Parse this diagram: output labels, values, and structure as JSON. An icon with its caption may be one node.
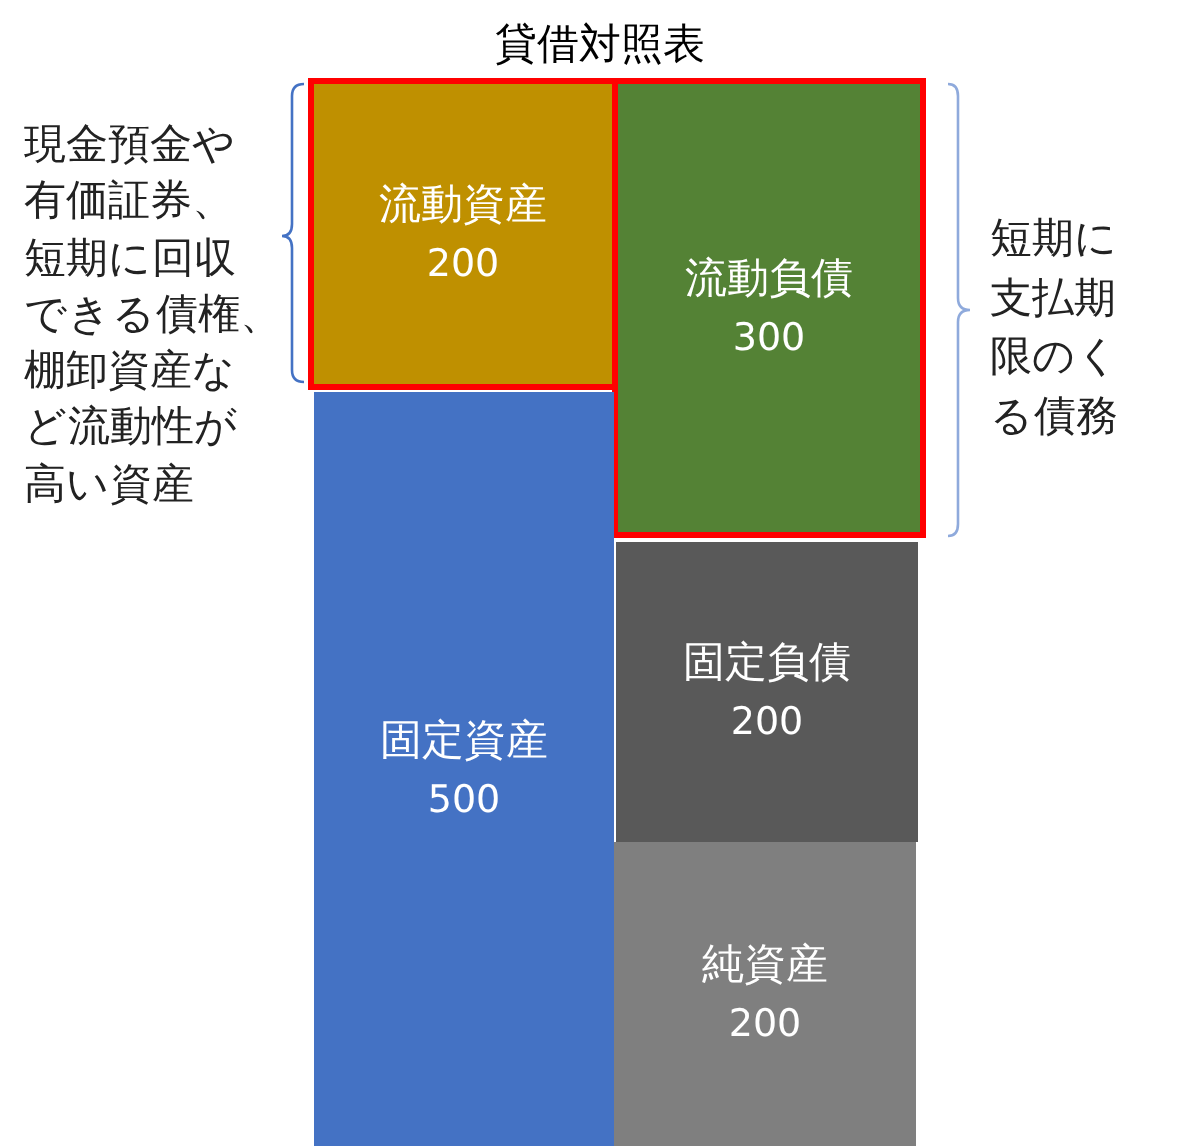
{
  "diagram": {
    "title": "貸借対照表",
    "nodes": [
      {
        "text": [
          "流動資産",
          "200"
        ],
        "beside": [
          "現金預金や有価証券、短期に回収できる債権、棚卸資産など流動性が高い資産"
        ]
      },
      {
        "text": [
          "流動負債",
          "300"
        ],
        "beside": [
          "短期に支払期限のくる債務"
        ]
      },
      {
        "text": [
          "固定資産",
          "500"
        ]
      },
      {
        "text": [
          "固定負債",
          "200"
        ]
      },
      {
        "text": [
          "純資産",
          "200"
        ]
      }
    ]
  }
}
